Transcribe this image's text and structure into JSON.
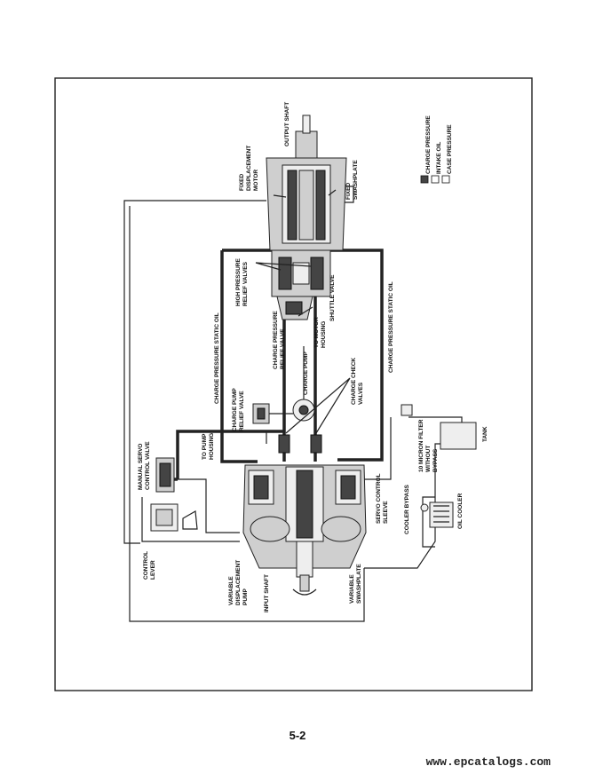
{
  "diagram": {
    "labels": {
      "output_shaft": "OUTPUT SHAFT",
      "fixed_displacement_motor_1": "FIXED",
      "fixed_displacement_motor_2": "DISPLACEMENT",
      "fixed_displacement_motor_3": "MOTOR",
      "fixed_swashplate_1": "FIXED",
      "fixed_swashplate_2": "SWASHPLATE",
      "high_pressure_relief_1": "HIGH PRESSURE",
      "high_pressure_relief_2": "RELIEF VALVES",
      "shuttle_valve": "SHUTTLE VALVE",
      "to_motor_housing_1": "TO MOTOR",
      "to_motor_housing_2": "HOUSING",
      "charge_pressure_relief_1": "CHARGE PRESSURE",
      "charge_pressure_relief_2": "RELIEF VALVE",
      "charge_pressure_static_oil_left": "CHARGE PRESSURE STATIC OIL",
      "charge_pressure_static_oil_right": "CHARGE PRESSURE STATIC OIL",
      "charge_pump": "CHARGE PUMP",
      "charge_check_valves_1": "CHARGE CHECK",
      "charge_check_valves_2": "VALVES",
      "charge_pump_relief_1": "CHARGE PUMP",
      "charge_pump_relief_2": "RELIEF VALVE",
      "to_pump_housing_1": "TO PUMP",
      "to_pump_housing_2": "HOUSING",
      "manual_servo_1": "MANUAL SERVO",
      "manual_servo_2": "CONTROL VALVE",
      "micron_filter_1": "10 MICRON FILTER",
      "micron_filter_2": "WITHOUT",
      "micron_filter_3": "BYPASS",
      "tank": "TANK",
      "servo_control_sleeve_1": "SERVO CONTROL",
      "servo_control_sleeve_2": "SLEEVE",
      "cooler_bypass": "COOLER BYPASS",
      "oil_cooler": "OIL COOLER",
      "control_lever_1": "CONTROL",
      "control_lever_2": "LEVER",
      "variable_displacement_pump_1": "VARIABLE",
      "variable_displacement_pump_2": "DISPLACEMENT",
      "variable_displacement_pump_3": "PUMP",
      "input_shaft": "INPUT SHAFT",
      "variable_swashplate_1": "VARIABLE",
      "variable_swashplate_2": "SWASHPLATE"
    },
    "legend": [
      {
        "label": "CHARGE PRESSURE",
        "color": "#444444"
      },
      {
        "label": "INTAKE OIL",
        "color": "#ffffff"
      },
      {
        "label": "CASE PRESSURE",
        "color": "#ffffff"
      }
    ]
  },
  "page_number": "5-2",
  "watermark": "www.epcatalogs.com"
}
